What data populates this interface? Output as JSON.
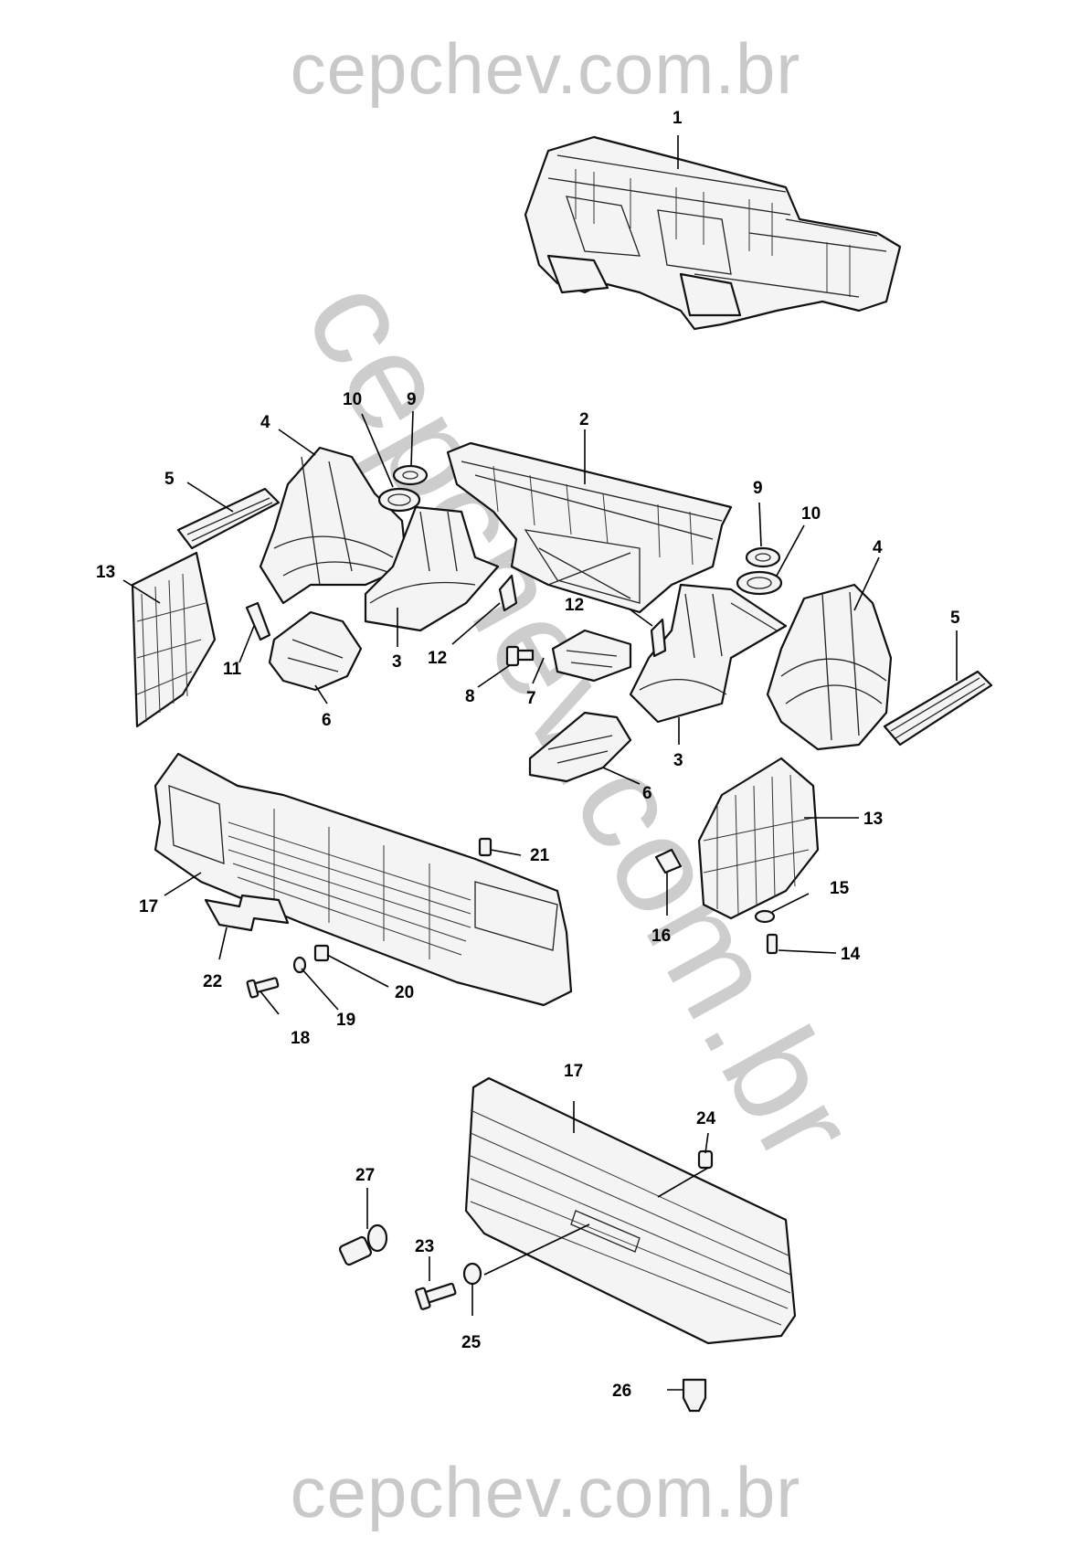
{
  "watermark": {
    "top": "cepchev.com.br",
    "bottom": "cepchev.com.br",
    "diagonal": "cepchev.com.br"
  },
  "callouts": {
    "c1": "1",
    "c2": "2",
    "c3a": "3",
    "c3b": "3",
    "c4a": "4",
    "c4b": "4",
    "c5a": "5",
    "c5b": "5",
    "c6a": "6",
    "c6b": "6",
    "c7": "7",
    "c8": "8",
    "c9a": "9",
    "c9b": "9",
    "c10a": "10",
    "c10b": "10",
    "c11": "11",
    "c12a": "12",
    "c12b": "12",
    "c13a": "13",
    "c13b": "13",
    "c14": "14",
    "c15": "15",
    "c16": "16",
    "c17a": "17",
    "c17b": "17",
    "c18": "18",
    "c19": "19",
    "c20": "20",
    "c21": "21",
    "c22": "22",
    "c23": "23",
    "c24": "24",
    "c25": "25",
    "c26": "26",
    "c27": "27"
  }
}
